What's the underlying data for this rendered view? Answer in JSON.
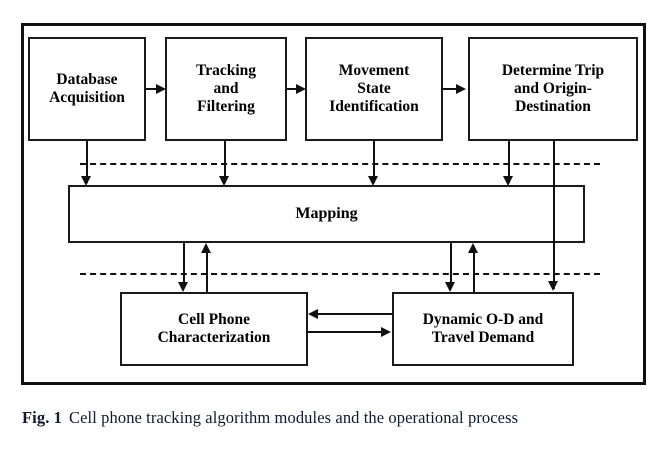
{
  "figure": {
    "caption_number": "Fig. 1",
    "caption_text": "Cell phone tracking algorithm modules and the operational process"
  },
  "diagram": {
    "type": "flowchart",
    "layers": [
      {
        "name": "data-processing-layer",
        "separator": "dashed"
      },
      {
        "name": "mapping-layer",
        "separator": "dashed"
      },
      {
        "name": "application-layer",
        "separator": "none"
      }
    ],
    "nodes": [
      {
        "id": "database-acquisition",
        "label": "Database\nAcquisition"
      },
      {
        "id": "tracking-and-filtering",
        "label": "Tracking\nand\nFiltering"
      },
      {
        "id": "movement-state-identification",
        "label": "Movement\nState\nIdentification"
      },
      {
        "id": "determine-trip-and-origin-destination",
        "label": "Determine Trip\nand Origin-\nDestination"
      },
      {
        "id": "mapping",
        "label": "Mapping"
      },
      {
        "id": "cell-phone-characterization",
        "label": "Cell Phone\nCharacterization"
      },
      {
        "id": "dynamic-od-and-travel-demand",
        "label": "Dynamic O-D and\nTravel Demand"
      }
    ],
    "edges": [
      {
        "from": "database-acquisition",
        "to": "tracking-and-filtering",
        "direction": "right"
      },
      {
        "from": "tracking-and-filtering",
        "to": "movement-state-identification",
        "direction": "right"
      },
      {
        "from": "movement-state-identification",
        "to": "determine-trip-and-origin-destination",
        "direction": "right"
      },
      {
        "from": "database-acquisition",
        "to": "mapping",
        "direction": "down"
      },
      {
        "from": "tracking-and-filtering",
        "to": "mapping",
        "direction": "down"
      },
      {
        "from": "movement-state-identification",
        "to": "mapping",
        "direction": "down"
      },
      {
        "from": "determine-trip-and-origin-destination",
        "to": "mapping",
        "direction": "down"
      },
      {
        "from": "determine-trip-and-origin-destination",
        "to": "dynamic-od-and-travel-demand",
        "direction": "down"
      },
      {
        "from": "mapping",
        "to": "cell-phone-characterization",
        "direction": "down"
      },
      {
        "from": "cell-phone-characterization",
        "to": "mapping",
        "direction": "up"
      },
      {
        "from": "mapping",
        "to": "dynamic-od-and-travel-demand",
        "direction": "down"
      },
      {
        "from": "dynamic-od-and-travel-demand",
        "to": "mapping",
        "direction": "up"
      },
      {
        "from": "dynamic-od-and-travel-demand",
        "to": "cell-phone-characterization",
        "direction": "left"
      },
      {
        "from": "cell-phone-characterization",
        "to": "dynamic-od-and-travel-demand",
        "direction": "right"
      }
    ],
    "colors": {
      "line": "#111111",
      "box_border": "#1a1a1a",
      "box_fill": "#ffffff",
      "text": "#000000",
      "caption_text": "#0f1a2e",
      "background": "#ffffff"
    }
  }
}
